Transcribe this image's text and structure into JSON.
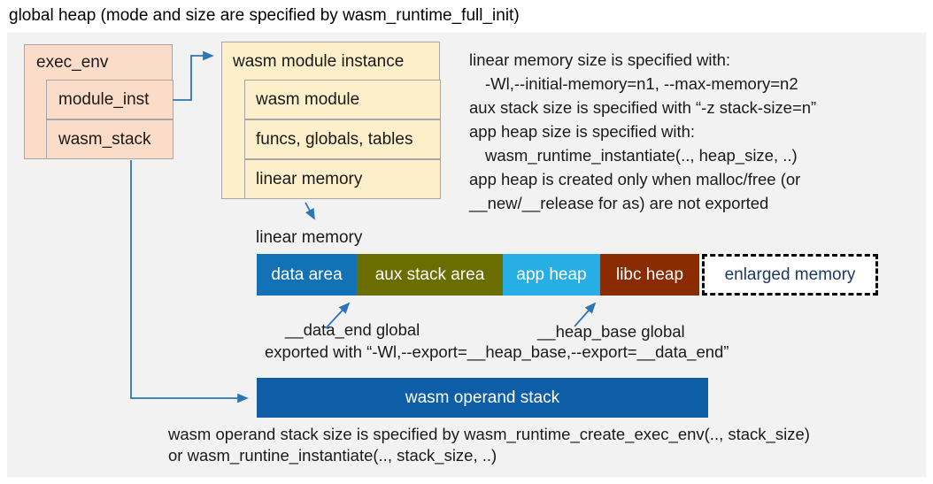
{
  "title": "global heap (mode and size are specified by wasm_runtime_full_init)",
  "exec_env": {
    "label": "exec_env",
    "fields": [
      "module_inst",
      "wasm_stack"
    ]
  },
  "module_instance": {
    "label": "wasm module instance",
    "fields": [
      "wasm module",
      "funcs, globals, tables",
      "linear memory"
    ]
  },
  "notes": {
    "lines": [
      "linear memory size is specified with:",
      "-Wl,--initial-memory=n1, --max-memory=n2",
      "aux stack size is specified with “-z stack-size=n”",
      "app heap size is specified with:",
      "wasm_runtime_instantiate(.., heap_size, ..)",
      "app heap is created only when malloc/free (or",
      "__new/__release for as) are not exported"
    ]
  },
  "linear_memory": {
    "label": "linear memory",
    "segments": [
      {
        "label": "data area",
        "color": "#1272b5"
      },
      {
        "label": "aux stack area",
        "color": "#6a6d00"
      },
      {
        "label": "app heap",
        "color": "#27afe5"
      },
      {
        "label": "libc heap",
        "color": "#8a2b02"
      },
      {
        "label": "enlarged memory",
        "color": "#ffffff",
        "text_color": "#1f3864",
        "border_style": "dashed"
      }
    ],
    "data_end_label": "__data_end global",
    "heap_base_label": "__heap_base global",
    "export_note": "exported with “-Wl,--export=__heap_base,--export=__data_end”"
  },
  "operand_stack": {
    "label": "wasm operand stack",
    "color": "#0e5ea7",
    "notes": [
      "wasm operand stack size is specified by wasm_runtime_create_exec_env(.., stack_size)",
      "or wasm_runtine_instantiate(.., stack_size, ..)"
    ]
  },
  "colors": {
    "panel_bg": "#f2f2f2",
    "struct_box_fill": "#fbdcc8",
    "instance_box_fill": "#fcefc9",
    "box_border": "#a6a6a6",
    "arrow": "#2e75b6"
  }
}
